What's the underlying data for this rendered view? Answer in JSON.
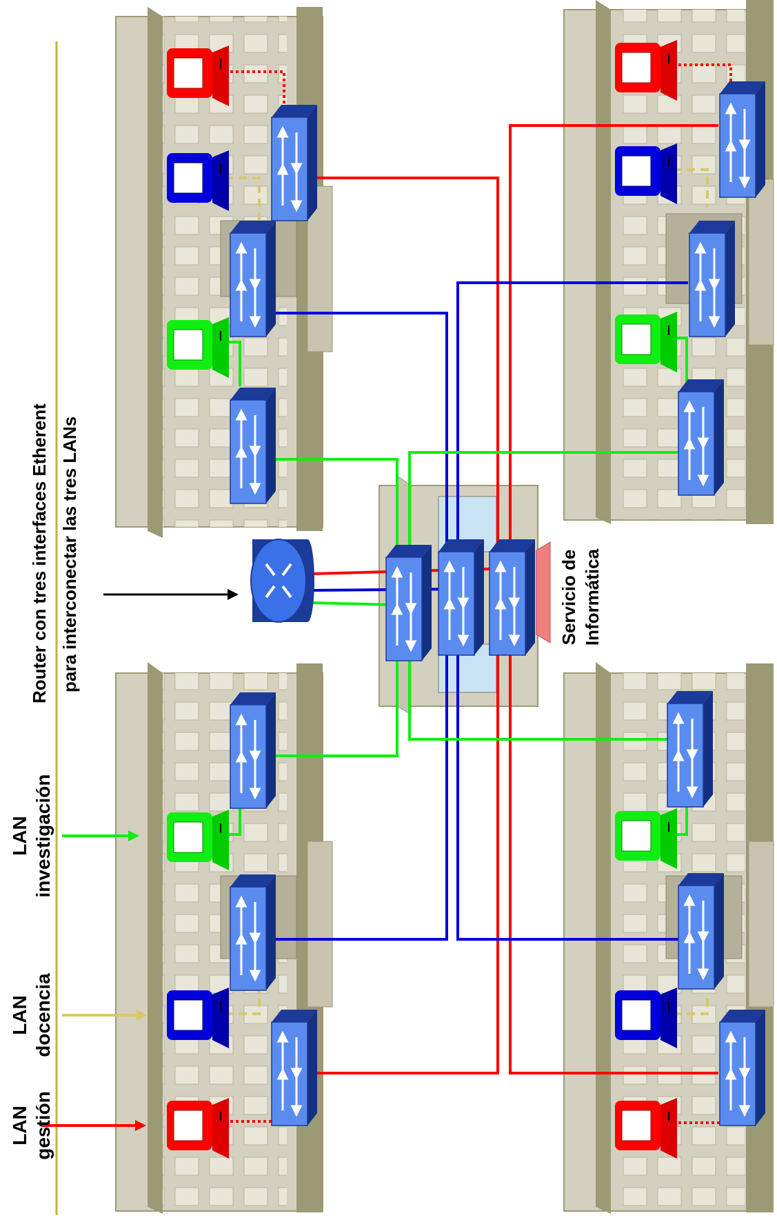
{
  "labels": {
    "router_line1": "Router con tres interfaces Etherent",
    "router_line2": "para interconectar las tres LANs",
    "lan_investigacion_1": "LAN",
    "lan_investigacion_2": "investigación",
    "lan_docencia_1": "LAN",
    "lan_docencia_2": "docencia",
    "lan_gestion_1": "LAN",
    "lan_gestion_2": "gestión",
    "servicio_1": "Servicio de",
    "servicio_2": "Informática"
  },
  "colors": {
    "gestion": "#ff0000",
    "docencia": "#0000dd",
    "investigacion": "#00ee00",
    "docencia_local": "#d8c86a",
    "timeline": "#bdb640",
    "building": "#d4d0c0",
    "building_dark": "#9b9a74",
    "switch": "#5a8cf0",
    "switch_dark": "#1c3a9a",
    "router": "#3a70e8"
  },
  "icons": {
    "switch": "ethernet-switch-icon",
    "router": "router-icon",
    "computer": "computer-icon",
    "building": "building-icon"
  }
}
